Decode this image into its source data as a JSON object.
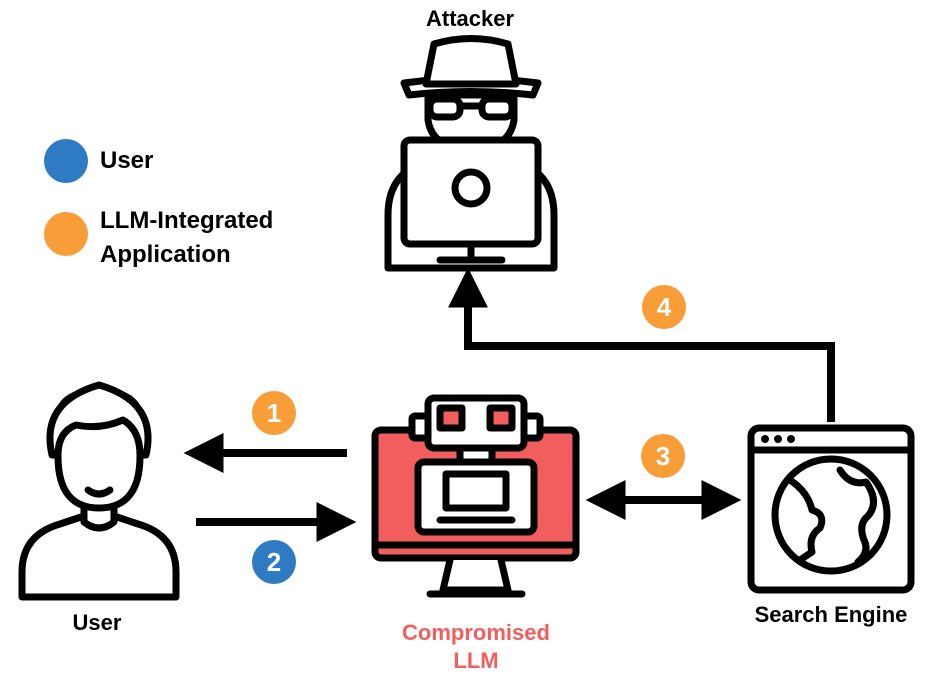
{
  "colors": {
    "user": "#2e7bc4",
    "app": "#f99d38",
    "compromised": "#f25e5e",
    "ink": "#000000"
  },
  "legend": {
    "user_label": "User",
    "app_label_line1": "LLM-Integrated",
    "app_label_line2": "Application"
  },
  "nodes": {
    "attacker": {
      "label": "Attacker",
      "icon": "hacker-icon"
    },
    "user": {
      "label": "User",
      "icon": "person-icon"
    },
    "llm": {
      "label_line1": "Compromised",
      "label_line2": "LLM",
      "icon": "robot-monitor-icon"
    },
    "search": {
      "label": "Search Engine",
      "icon": "browser-globe-icon"
    }
  },
  "steps": [
    {
      "number": "1",
      "role": "app"
    },
    {
      "number": "2",
      "role": "user"
    },
    {
      "number": "3",
      "role": "app"
    },
    {
      "number": "4",
      "role": "app"
    }
  ]
}
